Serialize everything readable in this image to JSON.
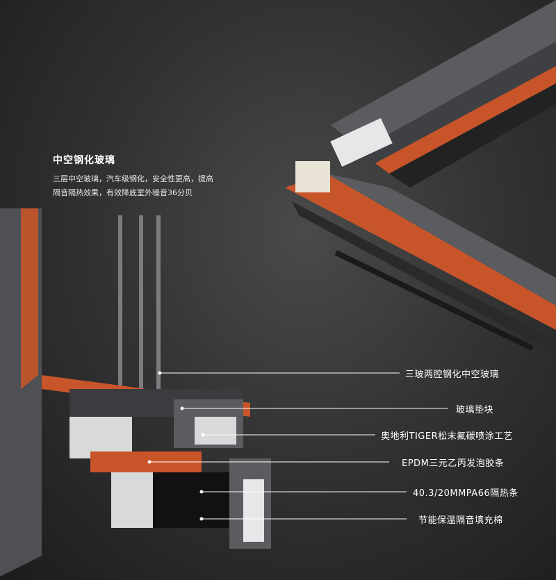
{
  "intro": {
    "title": "中空钢化玻璃",
    "lines": [
      "三层中空玻璃，汽车级钢化，安全性更高，提高",
      "隔音隔热效果，有效降底室外噪音36分贝"
    ]
  },
  "callouts": [
    {
      "id": "glass",
      "text": "三玻两腔钢化中空玻璃"
    },
    {
      "id": "pad",
      "text": "玻璃垫块"
    },
    {
      "id": "coating",
      "text": "奥地利TIGER松末氟碳喷涂工艺"
    },
    {
      "id": "epdm",
      "text": "EPDM三元乙丙发泡胶条"
    },
    {
      "id": "strip",
      "text": "40.3/20MMPA66隔热条"
    },
    {
      "id": "cotton",
      "text": "节能保温隔音填充棉"
    }
  ],
  "colors": {
    "frame": "#5b5d60",
    "wood": "#c8552a",
    "light": "#e6e7e8",
    "dark": "#1a1a1a"
  }
}
